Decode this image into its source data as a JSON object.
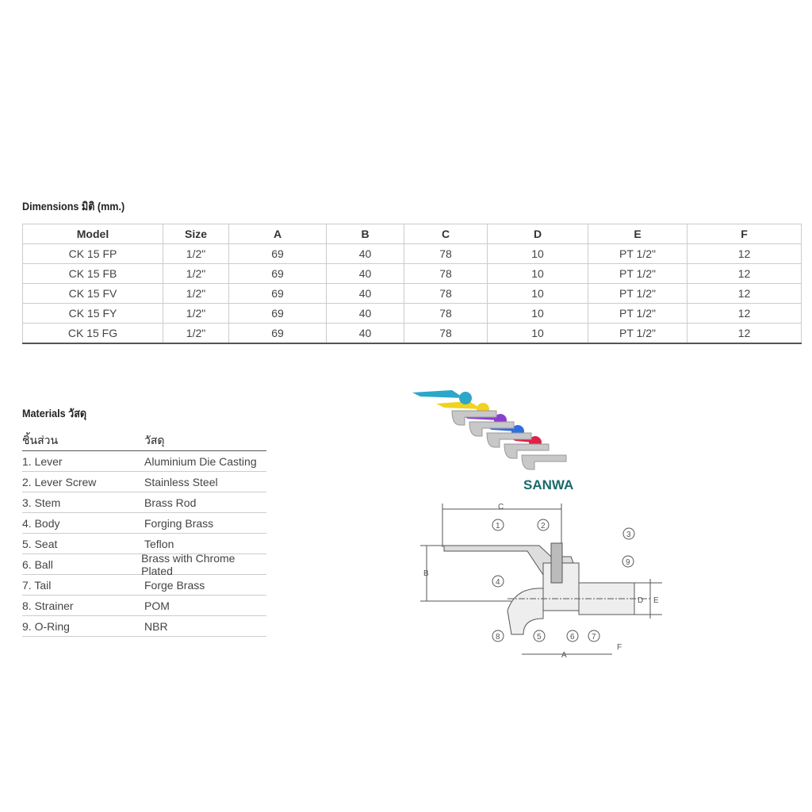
{
  "dimensions": {
    "title": "Dimensions มิติ (mm.)",
    "headers": [
      "Model",
      "Size",
      "A",
      "B",
      "C",
      "D",
      "E",
      "F"
    ],
    "rows": [
      [
        "CK 15 FP",
        "1/2\"",
        "69",
        "40",
        "78",
        "10",
        "PT 1/2\"",
        "12"
      ],
      [
        "CK 15 FB",
        "1/2\"",
        "69",
        "40",
        "78",
        "10",
        "PT 1/2\"",
        "12"
      ],
      [
        "CK 15 FV",
        "1/2\"",
        "69",
        "40",
        "78",
        "10",
        "PT 1/2\"",
        "12"
      ],
      [
        "CK 15 FY",
        "1/2\"",
        "69",
        "40",
        "78",
        "10",
        "PT 1/2\"",
        "12"
      ],
      [
        "CK 15 FG",
        "1/2\"",
        "69",
        "40",
        "78",
        "10",
        "PT 1/2\"",
        "12"
      ]
    ]
  },
  "materials": {
    "title": "Materials วัสดุ",
    "headers": [
      "ชิ้นส่วน",
      "วัสดุ"
    ],
    "rows": [
      [
        "1. Lever",
        "Aluminium Die Casting"
      ],
      [
        "2. Lever Screw",
        "Stainless Steel"
      ],
      [
        "3. Stem",
        "Brass Rod"
      ],
      [
        "4. Body",
        "Forging Brass"
      ],
      [
        "5. Seat",
        "Teflon"
      ],
      [
        "6. Ball",
        "Brass with Chrome Plated"
      ],
      [
        "7. Tail",
        "Forge Brass"
      ],
      [
        "8. Strainer",
        "POM"
      ],
      [
        "9. O-Ring",
        "NBR"
      ]
    ]
  },
  "brand": "SANWA",
  "lever_colors": [
    "#2aa7c9",
    "#f2d21c",
    "#8a3fd1",
    "#2f6fe0",
    "#e0204a"
  ],
  "diagram": {
    "labels": [
      "1",
      "2",
      "3",
      "4",
      "5",
      "6",
      "7",
      "8",
      "9"
    ],
    "dims": [
      "A",
      "B",
      "C",
      "D",
      "E",
      "F"
    ]
  }
}
